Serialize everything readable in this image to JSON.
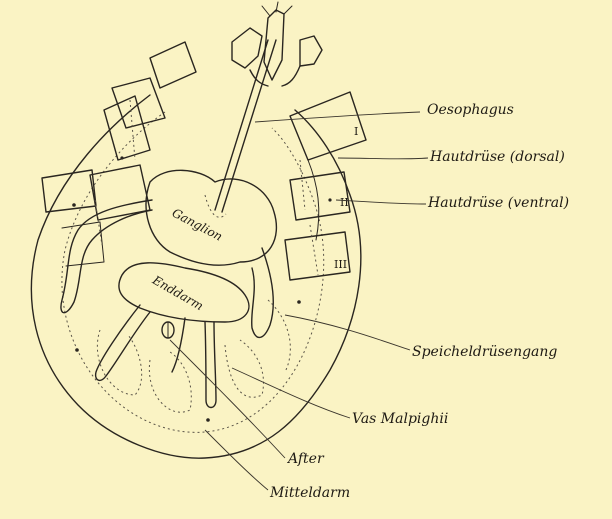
{
  "labels": {
    "oesophagus": "Oesophagus",
    "hautdruese_dorsal": "Hautdrüse (dorsal)",
    "hautdruese_ventral": "Hautdrüse (ventral)",
    "speicheldruesengang": "Speicheldrüsengang",
    "vasa_malpighii": "Vas Malpighii",
    "after": "After",
    "mitteldarm": "Mitteldarm"
  },
  "inner_labels": {
    "ganglion": "Ganglion",
    "enddarm": "Enddarm"
  },
  "segment_numerals": [
    "I",
    "II",
    "III"
  ]
}
